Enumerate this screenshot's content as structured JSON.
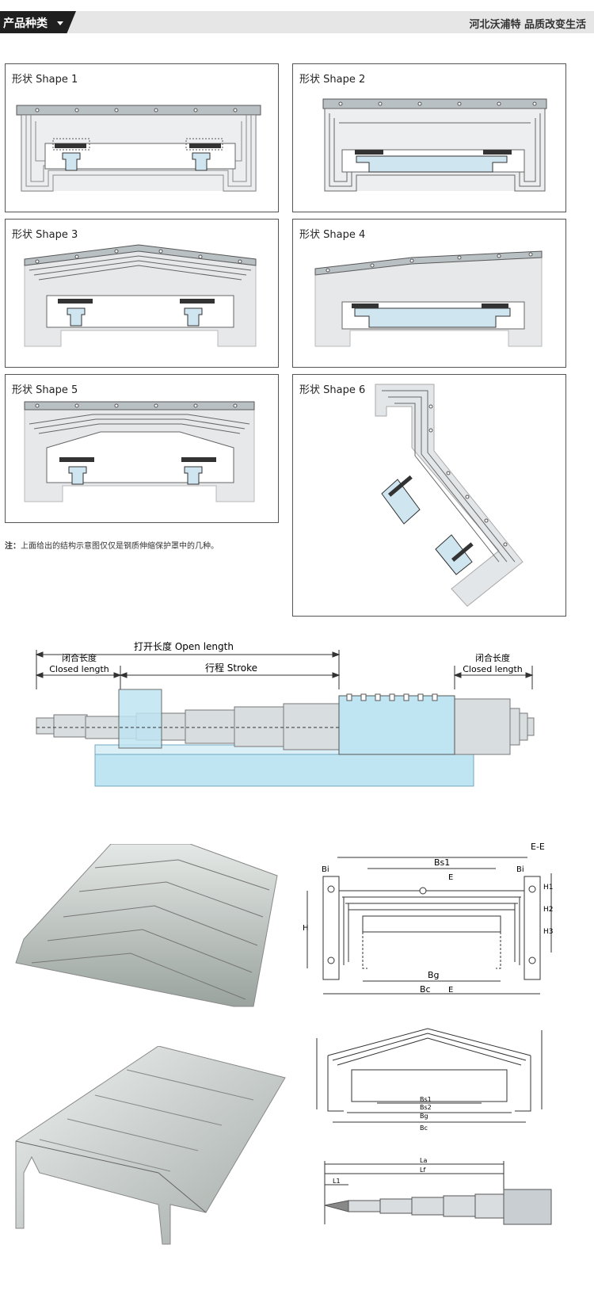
{
  "header": {
    "tab_label": "产品种类",
    "slogan": "河北沃浦特  品质改变生活"
  },
  "shapes": [
    {
      "label": "形状 Shape 1"
    },
    {
      "label": "形状 Shape 2"
    },
    {
      "label": "形状 Shape 3"
    },
    {
      "label": "形状 Shape 4"
    },
    {
      "label": "形状 Shape 5"
    },
    {
      "label": "形状 Shape 6"
    }
  ],
  "note": {
    "prefix": "注：",
    "text": "上面给出的结构示意图仅仅是钢质伸缩保护罩中的几种。"
  },
  "length_diagram": {
    "open_length": "打开长度  Open length",
    "closed_left_cn": "闭合长度",
    "closed_left_en": "Closed length",
    "stroke": "行程  Stroke",
    "closed_right_cn": "闭合长度",
    "closed_right_en": "Closed length"
  },
  "dim_drawing_1": {
    "ee": "E-E",
    "bi_left": "Bi",
    "bs1": "Bs1",
    "bi_right": "Bi",
    "e_top": "E",
    "h": "H",
    "h1": "H1",
    "h2": "H2",
    "h3": "H3",
    "bg": "Bg",
    "bc": "Bc",
    "e_bottom": "E"
  },
  "dim_drawing_2": {
    "bs1": "Bs1",
    "bs2": "Bs2",
    "bg": "Bg",
    "bc": "Bc"
  },
  "dim_drawing_3": {
    "la": "La",
    "lf": "Lf",
    "l1": "L1"
  },
  "colors": {
    "header_tab": "#1f1f1f",
    "header_bar": "#e6e6e6",
    "cover_steel": "#c8ced2",
    "rail_fill": "#cfe6f0",
    "machine_blue": "#bfe4f2"
  }
}
